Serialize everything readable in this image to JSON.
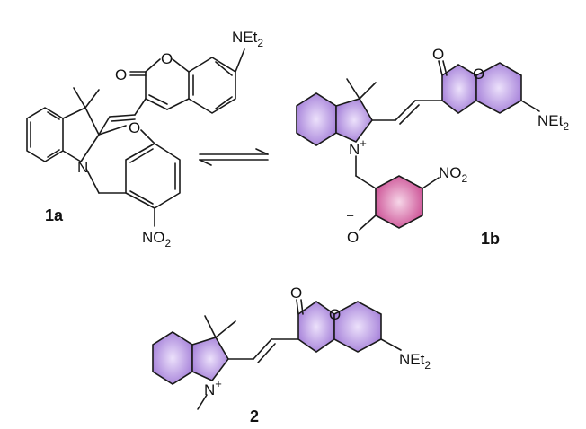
{
  "compounds": {
    "c1a": {
      "label": "1a",
      "amine": "NEt",
      "amine_sub": "2",
      "carbonyl_o": "O",
      "ring_o": "O",
      "ox_o": "O",
      "n": "N",
      "nitro": "NO",
      "nitro_sub": "2"
    },
    "c1b": {
      "label": "1b",
      "amine": "NEt",
      "amine_sub": "2",
      "carbonyl_o": "O",
      "ring_o": "O",
      "n": "N",
      "n_charge": "+",
      "nitro": "NO",
      "nitro_sub": "2",
      "phenoxide_o": "O",
      "phenoxide_charge": "–"
    },
    "c2": {
      "label": "2",
      "amine": "NEt",
      "amine_sub": "2",
      "carbonyl_o": "O",
      "ring_o": "O",
      "n": "N",
      "n_charge": "+"
    }
  },
  "colors": {
    "purple_ring": "#b190e0",
    "pink_ring": "#d75fa0",
    "bond": "#1a1a1a"
  }
}
